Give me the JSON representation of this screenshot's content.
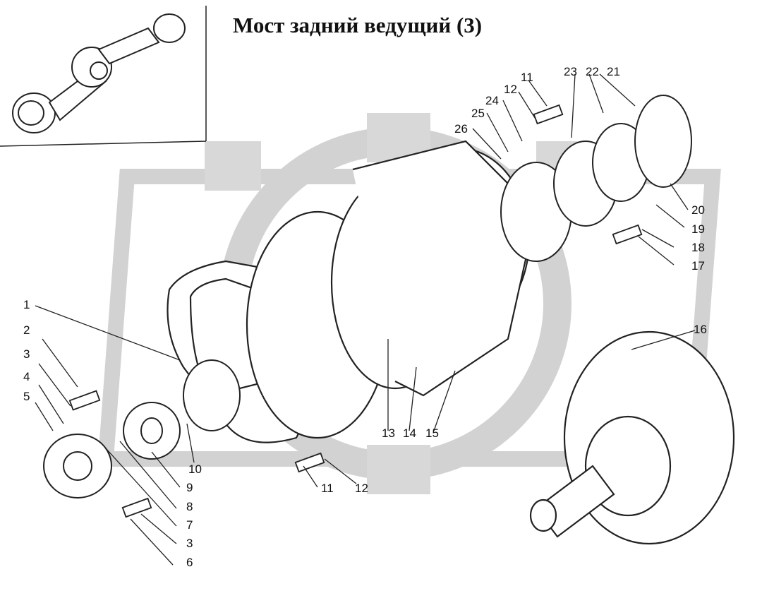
{
  "title": "Мост задний ведущий (3)",
  "watermark": {
    "description_hidden": true,
    "color": "#d4d4d4"
  },
  "inset": {
    "name": "axle-overview-drawing"
  },
  "callouts": [
    "1",
    "2",
    "3",
    "4",
    "5",
    "6",
    "3",
    "7",
    "8",
    "9",
    "10",
    "11",
    "12",
    "13",
    "14",
    "15",
    "16",
    "17",
    "18",
    "19",
    "20",
    "21",
    "22",
    "23",
    "24",
    "25",
    "26",
    "11",
    "12"
  ],
  "colors": {
    "line": "#222222",
    "watermark": "#d6d6d6",
    "background": "#ffffff"
  }
}
